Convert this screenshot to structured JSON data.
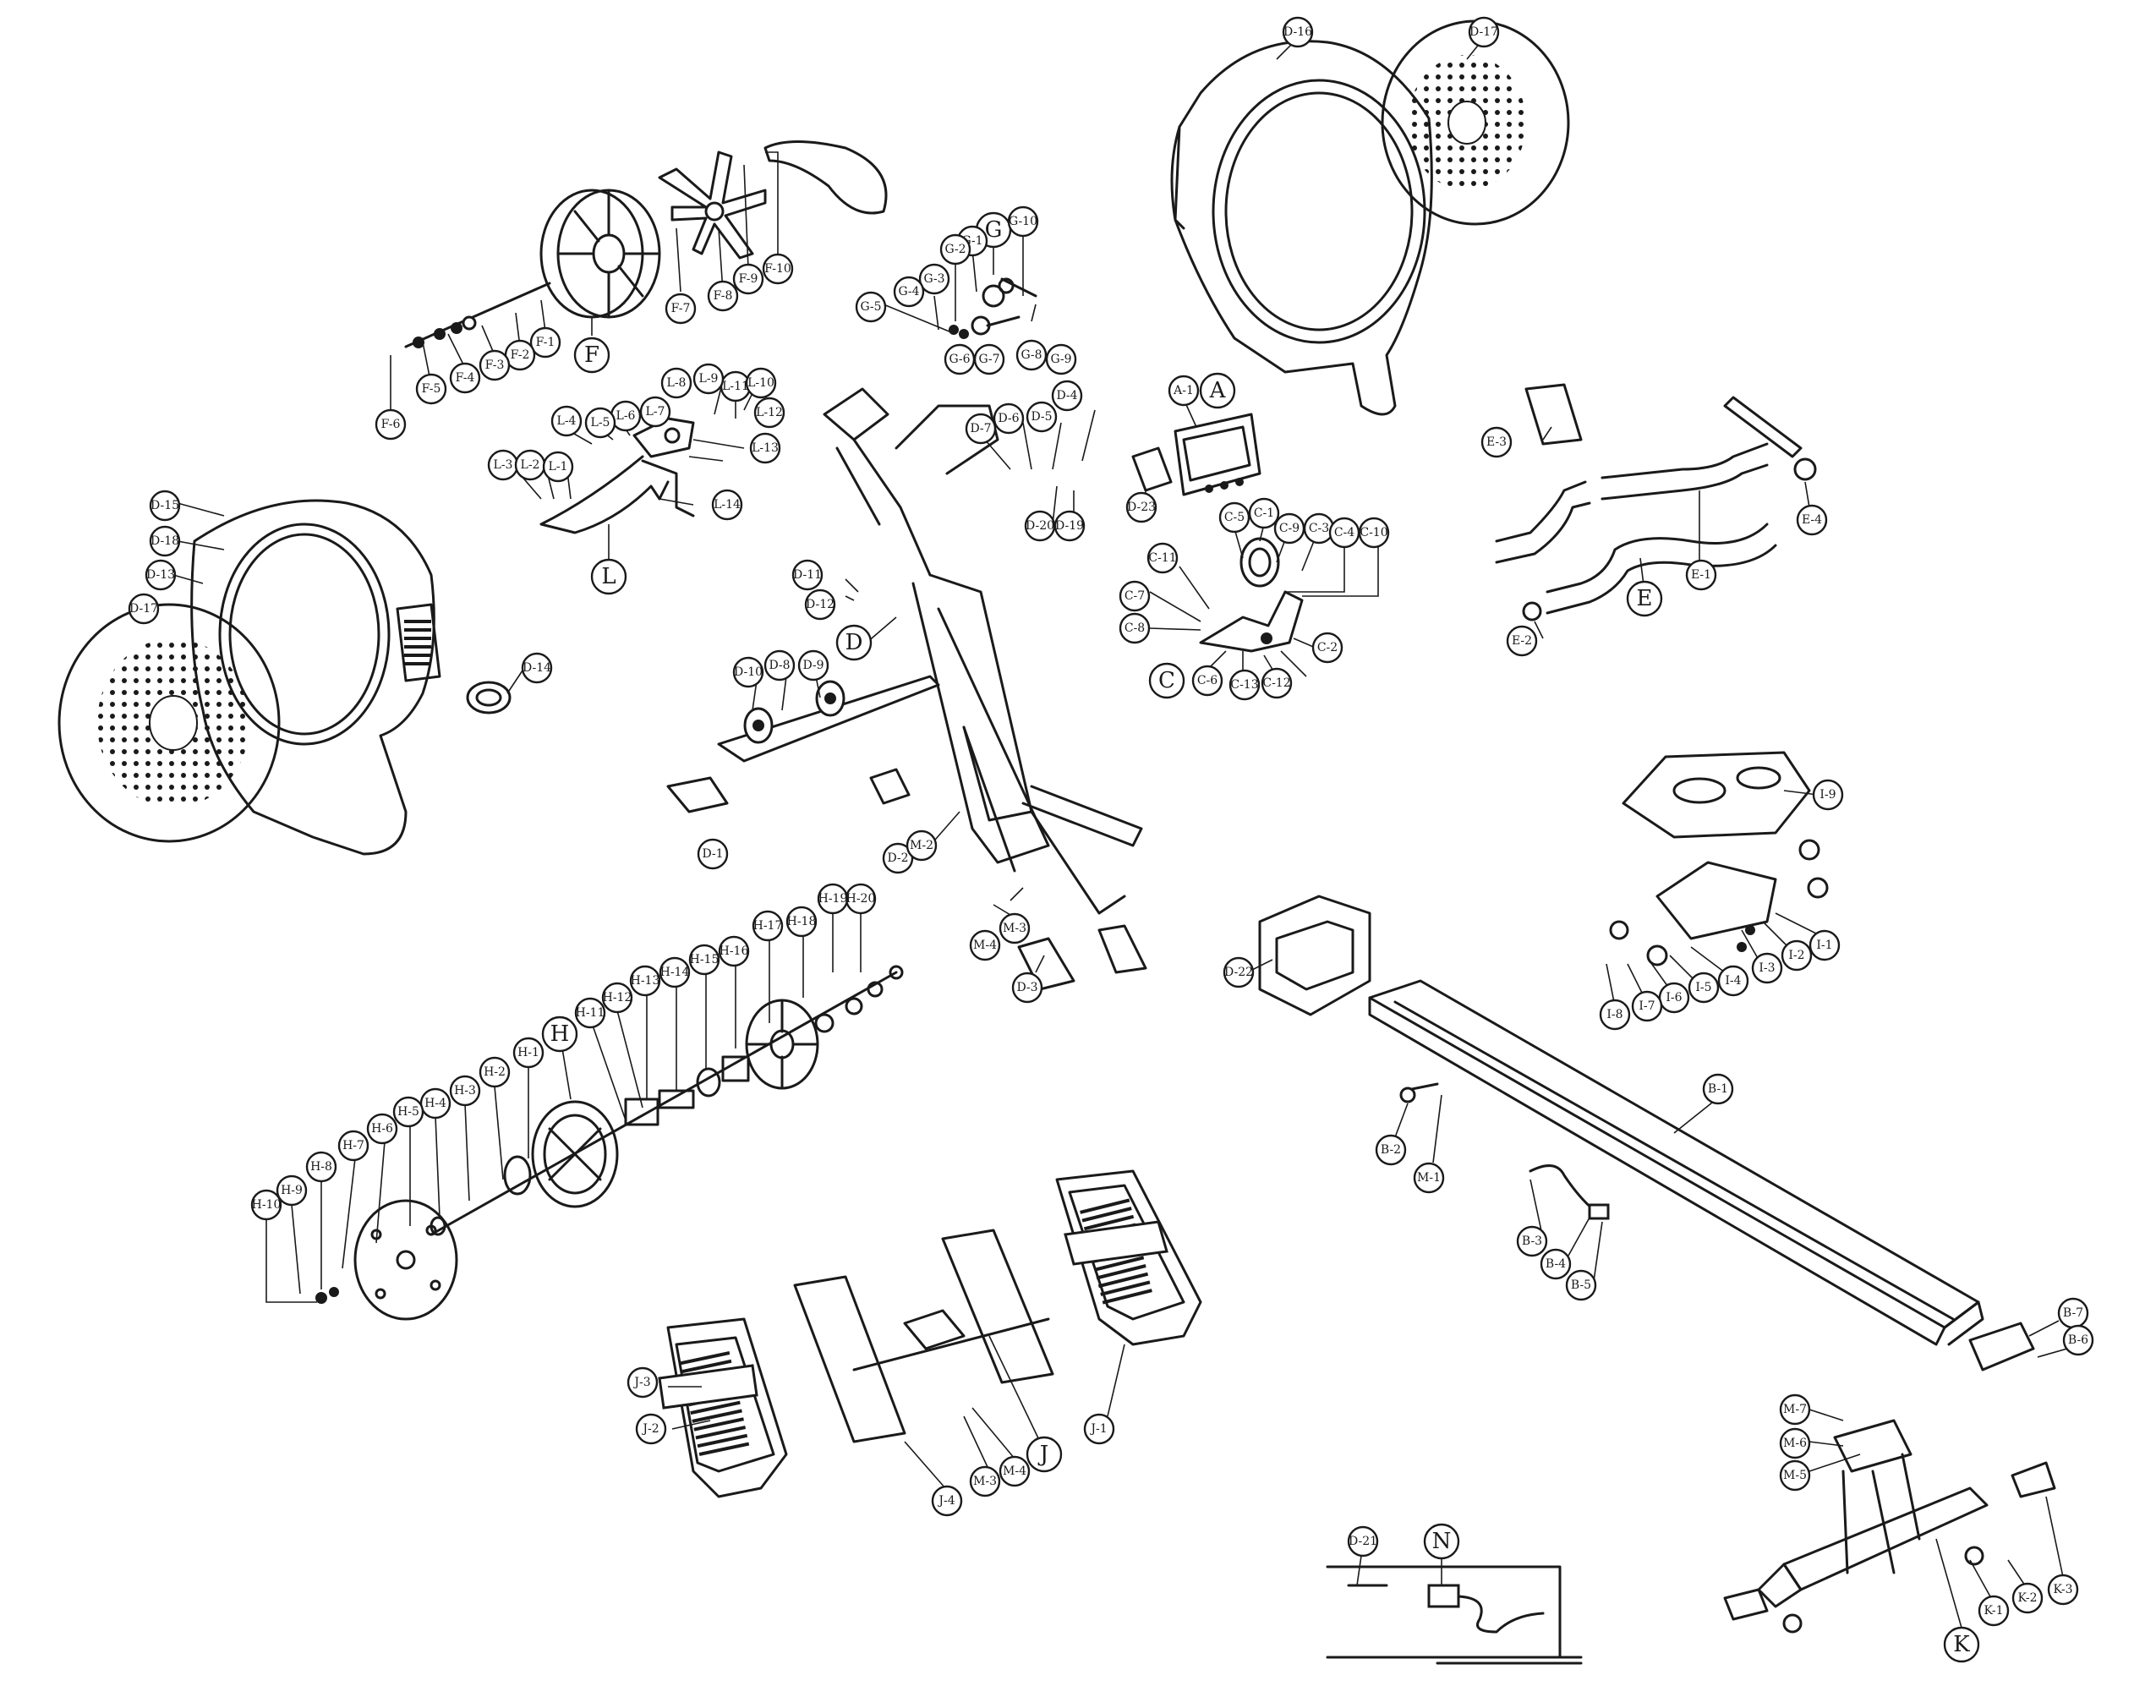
{
  "diagram": {
    "callouts": [
      {
        "id": "D-16",
        "label": "D-16"
      },
      {
        "id": "D-17a",
        "label": "D-17"
      },
      {
        "id": "F-10",
        "label": "F-10"
      },
      {
        "id": "F-9",
        "label": "F-9"
      },
      {
        "id": "F-8",
        "label": "F-8"
      },
      {
        "id": "F-7",
        "label": "F-7"
      },
      {
        "id": "F-1",
        "label": "F-1"
      },
      {
        "id": "F-2",
        "label": "F-2"
      },
      {
        "id": "F-3",
        "label": "F-3"
      },
      {
        "id": "F-4",
        "label": "F-4"
      },
      {
        "id": "F-5",
        "label": "F-5"
      },
      {
        "id": "F-6",
        "label": "F-6"
      },
      {
        "id": "F",
        "label": "F"
      },
      {
        "id": "G",
        "label": "G"
      },
      {
        "id": "G-10",
        "label": "G-10"
      },
      {
        "id": "G-1",
        "label": "G-1"
      },
      {
        "id": "G-2",
        "label": "G-2"
      },
      {
        "id": "G-3",
        "label": "G-3"
      },
      {
        "id": "G-4",
        "label": "G-4"
      },
      {
        "id": "G-5",
        "label": "G-5"
      },
      {
        "id": "G-6",
        "label": "G-6"
      },
      {
        "id": "G-7",
        "label": "G-7"
      },
      {
        "id": "G-8",
        "label": "G-8"
      },
      {
        "id": "G-9",
        "label": "G-9"
      },
      {
        "id": "L-11",
        "label": "L-11"
      },
      {
        "id": "L-10",
        "label": "L-10"
      },
      {
        "id": "L-12",
        "label": "L-12"
      },
      {
        "id": "L-13",
        "label": "L-13"
      },
      {
        "id": "L-9",
        "label": "L-9"
      },
      {
        "id": "L-8",
        "label": "L-8"
      },
      {
        "id": "L-7",
        "label": "L-7"
      },
      {
        "id": "L-6",
        "label": "L-6"
      },
      {
        "id": "L-5",
        "label": "L-5"
      },
      {
        "id": "L-4",
        "label": "L-4"
      },
      {
        "id": "L-3",
        "label": "L-3"
      },
      {
        "id": "L-2",
        "label": "L-2"
      },
      {
        "id": "L-1",
        "label": "L-1"
      },
      {
        "id": "L-14",
        "label": "L-14"
      },
      {
        "id": "L",
        "label": "L"
      },
      {
        "id": "A-1",
        "label": "A-1"
      },
      {
        "id": "A",
        "label": "A"
      },
      {
        "id": "D-23",
        "label": "D-23"
      },
      {
        "id": "D-7",
        "label": "D-7"
      },
      {
        "id": "D-6",
        "label": "D-6"
      },
      {
        "id": "D-5",
        "label": "D-5"
      },
      {
        "id": "D-4",
        "label": "D-4"
      },
      {
        "id": "D-20",
        "label": "D-20"
      },
      {
        "id": "D-19",
        "label": "D-19"
      },
      {
        "id": "D-11",
        "label": "D-11"
      },
      {
        "id": "D-12",
        "label": "D-12"
      },
      {
        "id": "D",
        "label": "D"
      },
      {
        "id": "D-10",
        "label": "D-10"
      },
      {
        "id": "D-8",
        "label": "D-8"
      },
      {
        "id": "D-9",
        "label": "D-9"
      },
      {
        "id": "D-1",
        "label": "D-1"
      },
      {
        "id": "D-2",
        "label": "D-2"
      },
      {
        "id": "M-2",
        "label": "M-2"
      },
      {
        "id": "M-3a",
        "label": "M-3"
      },
      {
        "id": "M-4a",
        "label": "M-4"
      },
      {
        "id": "D-3",
        "label": "D-3"
      },
      {
        "id": "D-15",
        "label": "D-15"
      },
      {
        "id": "D-18",
        "label": "D-18"
      },
      {
        "id": "D-13",
        "label": "D-13"
      },
      {
        "id": "D-17b",
        "label": "D-17"
      },
      {
        "id": "D-14",
        "label": "D-14"
      },
      {
        "id": "C-1",
        "label": "C-1"
      },
      {
        "id": "C-5",
        "label": "C-5"
      },
      {
        "id": "C-9",
        "label": "C-9"
      },
      {
        "id": "C-3",
        "label": "C-3"
      },
      {
        "id": "C-4",
        "label": "C-4"
      },
      {
        "id": "C-10",
        "label": "C-10"
      },
      {
        "id": "C-11",
        "label": "C-11"
      },
      {
        "id": "C-7",
        "label": "C-7"
      },
      {
        "id": "C-8",
        "label": "C-8"
      },
      {
        "id": "C",
        "label": "C"
      },
      {
        "id": "C-6",
        "label": "C-6"
      },
      {
        "id": "C-13",
        "label": "C-13"
      },
      {
        "id": "C-12",
        "label": "C-12"
      },
      {
        "id": "C-2",
        "label": "C-2"
      },
      {
        "id": "E-3",
        "label": "E-3"
      },
      {
        "id": "E-1",
        "label": "E-1"
      },
      {
        "id": "E-4",
        "label": "E-4"
      },
      {
        "id": "E",
        "label": "E"
      },
      {
        "id": "E-2",
        "label": "E-2"
      },
      {
        "id": "I-9",
        "label": "I-9"
      },
      {
        "id": "I-1",
        "label": "I-1"
      },
      {
        "id": "I-2",
        "label": "I-2"
      },
      {
        "id": "I-3",
        "label": "I-3"
      },
      {
        "id": "I-4",
        "label": "I-4"
      },
      {
        "id": "I-5",
        "label": "I-5"
      },
      {
        "id": "I-6",
        "label": "I-6"
      },
      {
        "id": "I-7",
        "label": "I-7"
      },
      {
        "id": "I-8",
        "label": "I-8"
      },
      {
        "id": "D-22",
        "label": "D-22"
      },
      {
        "id": "B-1",
        "label": "B-1"
      },
      {
        "id": "B-2",
        "label": "B-2"
      },
      {
        "id": "M-1",
        "label": "M-1"
      },
      {
        "id": "B-3",
        "label": "B-3"
      },
      {
        "id": "B-4",
        "label": "B-4"
      },
      {
        "id": "B-5",
        "label": "B-5"
      },
      {
        "id": "B-7",
        "label": "B-7"
      },
      {
        "id": "B-6",
        "label": "B-6"
      },
      {
        "id": "H-20",
        "label": "H-20"
      },
      {
        "id": "H-19",
        "label": "H-19"
      },
      {
        "id": "H-18",
        "label": "H-18"
      },
      {
        "id": "H-17",
        "label": "H-17"
      },
      {
        "id": "H-16",
        "label": "H-16"
      },
      {
        "id": "H-15",
        "label": "H-15"
      },
      {
        "id": "H-14",
        "label": "H-14"
      },
      {
        "id": "H-13",
        "label": "H-13"
      },
      {
        "id": "H-12",
        "label": "H-12"
      },
      {
        "id": "H-11",
        "label": "H-11"
      },
      {
        "id": "H",
        "label": "H"
      },
      {
        "id": "H-1",
        "label": "H-1"
      },
      {
        "id": "H-2",
        "label": "H-2"
      },
      {
        "id": "H-3",
        "label": "H-3"
      },
      {
        "id": "H-4",
        "label": "H-4"
      },
      {
        "id": "H-5",
        "label": "H-5"
      },
      {
        "id": "H-6",
        "label": "H-6"
      },
      {
        "id": "H-7",
        "label": "H-7"
      },
      {
        "id": "H-8",
        "label": "H-8"
      },
      {
        "id": "H-9",
        "label": "H-9"
      },
      {
        "id": "H-10",
        "label": "H-10"
      },
      {
        "id": "J-3",
        "label": "J-3"
      },
      {
        "id": "J-2",
        "label": "J-2"
      },
      {
        "id": "J-1",
        "label": "J-1"
      },
      {
        "id": "J",
        "label": "J"
      },
      {
        "id": "J-4",
        "label": "J-4"
      },
      {
        "id": "M-3b",
        "label": "M-3"
      },
      {
        "id": "M-4b",
        "label": "M-4"
      },
      {
        "id": "M-7",
        "label": "M-7"
      },
      {
        "id": "M-6",
        "label": "M-6"
      },
      {
        "id": "M-5",
        "label": "M-5"
      },
      {
        "id": "K",
        "label": "K"
      },
      {
        "id": "K-1",
        "label": "K-1"
      },
      {
        "id": "K-2",
        "label": "K-2"
      },
      {
        "id": "K-3",
        "label": "K-3"
      },
      {
        "id": "D-21",
        "label": "D-21"
      },
      {
        "id": "N",
        "label": "N"
      }
    ]
  }
}
